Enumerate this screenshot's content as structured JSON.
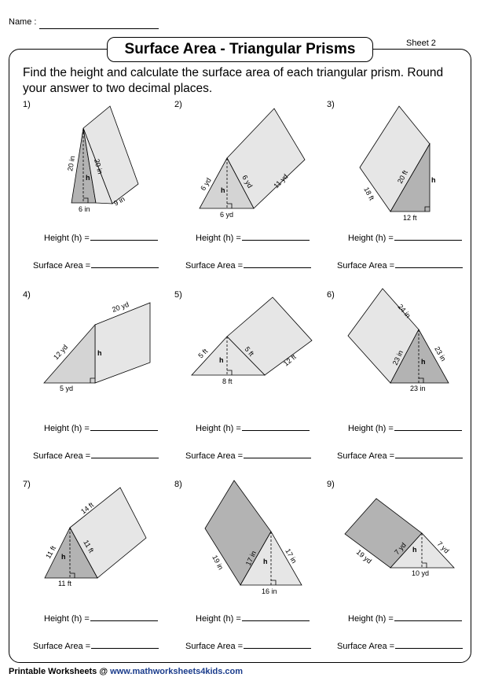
{
  "header": {
    "name_label": "Name :",
    "title": "Surface Area - Triangular Prisms",
    "sheet": "Sheet 2"
  },
  "instructions": "Find the height and calculate the surface area of each triangular prism. Round your answer to two decimal places.",
  "answer_labels": {
    "height": "Height (h) =",
    "surface": "Surface Area ="
  },
  "problems": [
    {
      "num": "1)",
      "labels": [
        "20 in",
        "20 in",
        "h",
        "6 in",
        "9 in"
      ]
    },
    {
      "num": "2)",
      "labels": [
        "6 yd",
        "6 yd",
        "h",
        "6 yd",
        "11 yd"
      ]
    },
    {
      "num": "3)",
      "labels": [
        "20 ft",
        "18 ft",
        "h",
        "12 ft"
      ]
    },
    {
      "num": "4)",
      "labels": [
        "20 yd",
        "12 yd",
        "h",
        "5 yd"
      ]
    },
    {
      "num": "5)",
      "labels": [
        "5 ft",
        "5 ft",
        "h",
        "8 ft",
        "12 ft"
      ]
    },
    {
      "num": "6)",
      "labels": [
        "24 in",
        "23 in",
        "23 in",
        "h",
        "23 in"
      ]
    },
    {
      "num": "7)",
      "labels": [
        "14 ft",
        "11 ft",
        "11 ft",
        "h",
        "11 ft"
      ]
    },
    {
      "num": "8)",
      "labels": [
        "19 in",
        "17 in",
        "17 in",
        "h",
        "16 in"
      ]
    },
    {
      "num": "9)",
      "labels": [
        "19 yd",
        "7 yd",
        "7 yd",
        "h",
        "10 yd"
      ]
    }
  ],
  "footer": {
    "prefix": "Printable Worksheets @ ",
    "url": "www.mathworksheets4kids.com"
  },
  "colors": {
    "face_light": "#e6e6e6",
    "face_dark": "#b3b3b3",
    "triangle_light": "#d4d4d4",
    "url": "#1a3c8c"
  }
}
